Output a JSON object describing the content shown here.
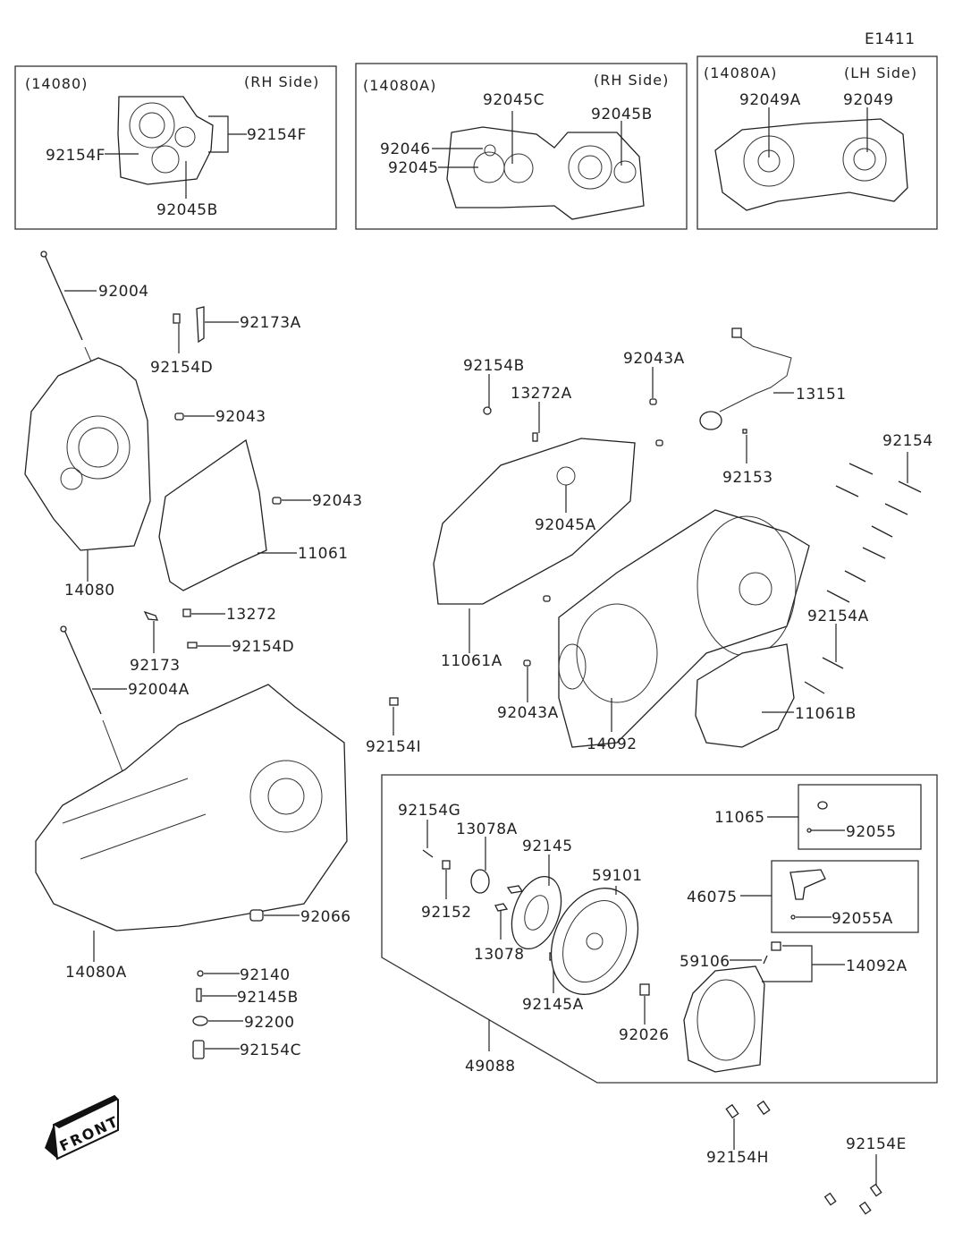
{
  "diagram_code": "E1411",
  "insets": [
    {
      "title": "(14080)",
      "side": "(RH Side)",
      "labels": [
        "92154F",
        "92154F",
        "92045B"
      ]
    },
    {
      "title": "(14080A)",
      "side": "(RH Side)",
      "labels": [
        "92045C",
        "92045B",
        "92046",
        "92045"
      ]
    },
    {
      "title": "(14080A)",
      "side": "(LH Side)",
      "labels": [
        "92049A",
        "92049"
      ]
    }
  ],
  "left_parts": {
    "p92004": "92004",
    "p92173A": "92173A",
    "p92154D_top": "92154D",
    "p92043_a": "92043",
    "p92043_b": "92043",
    "p11061": "11061",
    "p14080": "14080",
    "p13272": "13272",
    "p92173": "92173",
    "p92154D_bot": "92154D",
    "p92004A": "92004A",
    "p92066": "92066",
    "p14080A": "14080A",
    "p92140": "92140",
    "p92145B": "92145B",
    "p92200": "92200",
    "p92154C": "92154C"
  },
  "right_parts": {
    "p92154B": "92154B",
    "p13272A": "13272A",
    "p92043A_top": "92043A",
    "p13151": "13151",
    "p92153": "92153",
    "p92154": "92154",
    "p92045A": "92045A",
    "p11061A": "11061A",
    "p92154A": "92154A",
    "p92043A_bot": "92043A",
    "p14092": "14092",
    "p11061B": "11061B",
    "p92154I": "92154I"
  },
  "kit_49088": {
    "p92154G": "92154G",
    "p13078A": "13078A",
    "p92145": "92145",
    "p59101": "59101",
    "p92152": "92152",
    "p13078": "13078",
    "p92145A": "92145A",
    "p92026": "92026",
    "p11065": "11065",
    "p92055": "92055",
    "p46075": "46075",
    "p92055A": "92055A",
    "p59106": "59106",
    "p14092A": "14092A",
    "p49088": "49088"
  },
  "bottom_parts": {
    "p92154H": "92154H",
    "p92154E": "92154E"
  },
  "front_arrow": "FRONT"
}
